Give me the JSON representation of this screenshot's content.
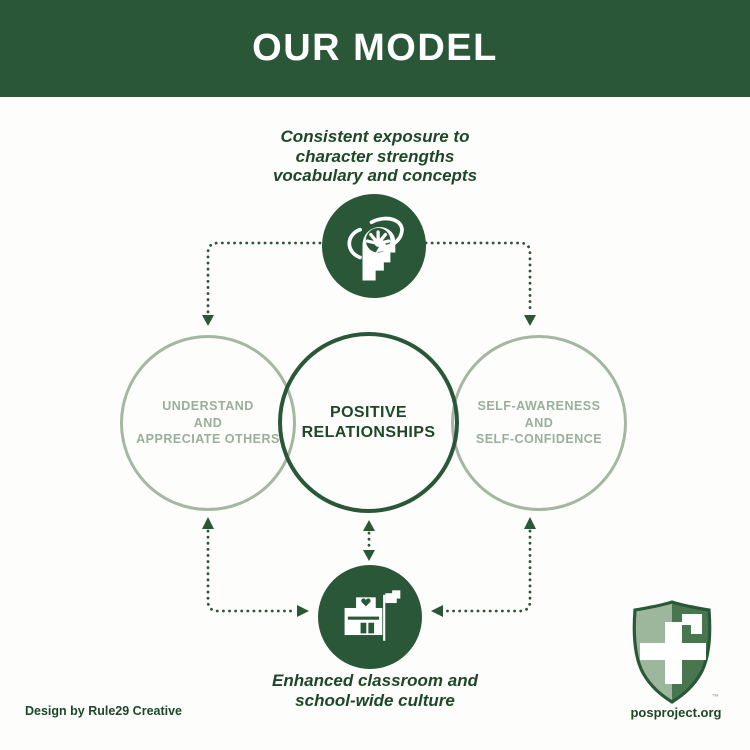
{
  "colors": {
    "dark_green": "#2a5737",
    "dark_green_text": "#1d4728",
    "sage": "#a5b6a3",
    "sage_text": "#9aae9b",
    "logo_light": "#9db79d",
    "logo_dark": "#47764f",
    "background": "#fdfdfc",
    "white": "#ffffff"
  },
  "header": {
    "title": "OUR MODEL"
  },
  "diagram": {
    "top_caption": "Consistent exposure to\ncharacter strengths\nvocabulary and concepts",
    "bottom_caption": "Enhanced classroom and\nschool-wide culture",
    "left_circle_label": "UNDERSTAND\nAND\nAPPRECIATE OTHERS",
    "center_circle_label": "POSITIVE\nRELATIONSHIPS",
    "right_circle_label": "SELF-AWARENESS\nAND\nSELF-CONFIDENCE",
    "top_icon": "head-brain-growth-icon",
    "bottom_icon": "school-building-flag-icon"
  },
  "footer": {
    "credit": "Design by Rule29 Creative",
    "website": "posproject.org",
    "trademark": "™",
    "logo": "posproject-shield-logo"
  }
}
